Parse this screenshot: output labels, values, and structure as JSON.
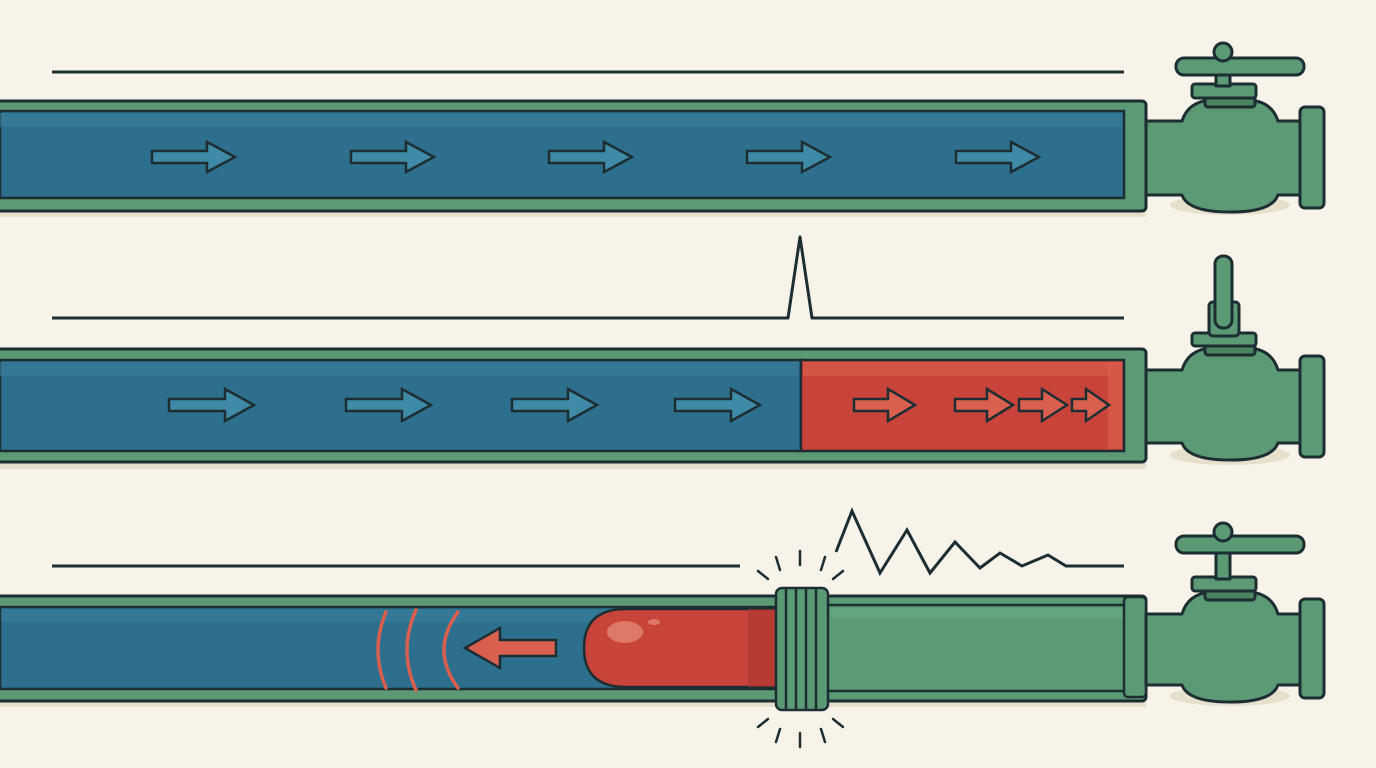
{
  "title": "",
  "colors": {
    "background": "#f7f3e8",
    "outline": "#1d2e33",
    "water": "#2d6f8c",
    "water_dark": "#245d76",
    "pipe_green": "#5b9a74",
    "pipe_green_dark": "#4a8461",
    "pressure": "#c8443a",
    "pressure_light": "#d9604f",
    "shadow": "#e6dfcc"
  },
  "panels": [
    {
      "id": "steady-flow",
      "valve_state": "open",
      "pressure_trace": "flat",
      "flow_arrow_count": 5,
      "pressure_zone": false
    },
    {
      "id": "valve-closing-pressure-surge",
      "valve_state": "closing",
      "pressure_trace": "single-spike",
      "flow_arrow_count": 4,
      "compressed_arrow_count": 4,
      "pressure_zone": true
    },
    {
      "id": "reflected-wave-burst",
      "valve_state": "closed",
      "pressure_trace": "oscillating-decay",
      "wave_direction": "upstream",
      "pipe_burst": true
    }
  ]
}
